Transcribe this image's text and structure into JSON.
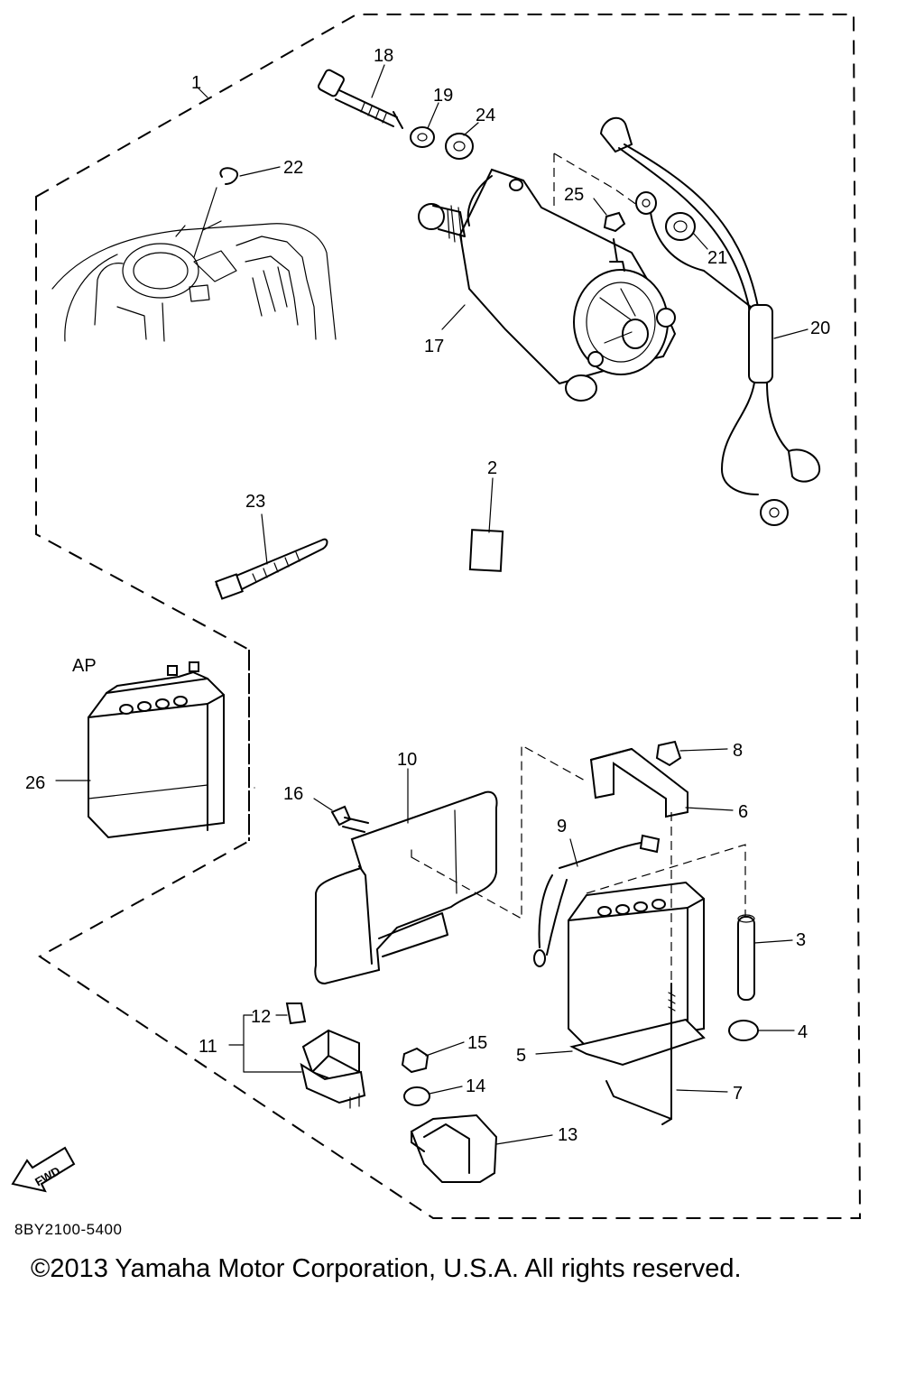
{
  "diagram": {
    "callouts": {
      "c1": "1",
      "c2": "2",
      "c3": "3",
      "c4": "4",
      "c5": "5",
      "c6": "6",
      "c7": "7",
      "c8": "8",
      "c9": "9",
      "c10": "10",
      "c11": "11",
      "c12": "12",
      "c13": "13",
      "c14": "14",
      "c15": "15",
      "c16": "16",
      "c17": "17",
      "c18": "18",
      "c19": "19",
      "c20": "20",
      "c21": "21",
      "c22": "22",
      "c23": "23",
      "c24": "24",
      "c25": "25",
      "c26": "26"
    },
    "ap_label": "AP",
    "fwd_label": "FWD",
    "drawing_code": "8BY2100-5400"
  },
  "footer": {
    "copyright": "©2013 Yamaha Motor Corporation, U.S.A. All rights reserved."
  }
}
